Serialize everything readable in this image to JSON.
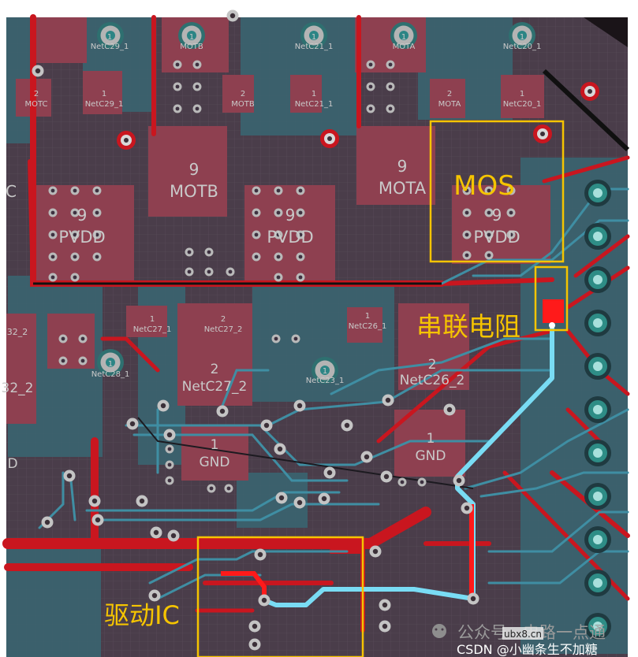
{
  "colors": {
    "background": "#ffffff",
    "board": "#4a3d4a",
    "copper_top": "#c9161f",
    "pad": "#9a4652",
    "trace_blue": "#3f8ea3",
    "highlight_trace": "#79dcf4",
    "highlight_red": "#ff1a1a",
    "annotation": "#f5c400",
    "silk": "#c9c9c9"
  },
  "annotations": {
    "mos": "MOS",
    "series_resistor": "串联电阻",
    "driver_ic": "驱动IC"
  },
  "labels": {
    "netc29_pin": "1",
    "netc29_top": "NetC29_1",
    "motb_pin": "1",
    "motb_top": "MOTB",
    "netc21_pin": "1",
    "netc21_top": "NetC21_1",
    "mota_pin": "1",
    "mota_top": "MOTA",
    "netc20_pin": "1",
    "netc20_top": "NetC20_1",
    "motc_pin": "2",
    "motc_label": "MOTC",
    "netc29_b_pin": "1",
    "netc29_b": "NetC29_1",
    "motb_b_pin": "2",
    "motb_b": "MOTB",
    "netc21_b_pin": "1",
    "netc21_b": "NetC21_1",
    "mota_b_pin": "2",
    "mota_b": "MOTA",
    "netc20_b_pin": "1",
    "netc20_b": "NetC20_1",
    "motb_big_pin": "9",
    "motb_big": "MOTB",
    "mota_big_pin": "9",
    "mota_big": "MOTA",
    "pvdd1_pin": "9",
    "pvdd1": "PVDD",
    "pvdd2_pin": "9",
    "pvdd2": "PVDD",
    "pvdd3_pin": "9",
    "pvdd3": "PVDD",
    "edge_c": "C",
    "netc32_2": "32_2",
    "netc27_1_pin": "1",
    "netc27_1": "NetC27_1",
    "netc27_2s_pin": "2",
    "netc27_2s": "NetC27_2",
    "netc26_1_pin": "1",
    "netc26_1": "NetC26_1",
    "netc28_1_pin": "1",
    "netc28_1": "NetC28_1",
    "netc27_2_pin": "2",
    "netc27_2": "NetC27_2",
    "netc26_2_pin": "2",
    "netc26_2": "NetC26_2",
    "netc23_pin": "1",
    "netc23": "NetC23_1",
    "n32_2": "32_2",
    "gnd1_pin": "1",
    "gnd1": "GND",
    "gnd2_pin": "1",
    "gnd2": "GND",
    "edge_d": "D"
  },
  "watermark": {
    "wechat": "公众号 · 电路一点通",
    "csdn": "CSDN @小幽条生不加糖",
    "site": "ubx8.cn"
  }
}
